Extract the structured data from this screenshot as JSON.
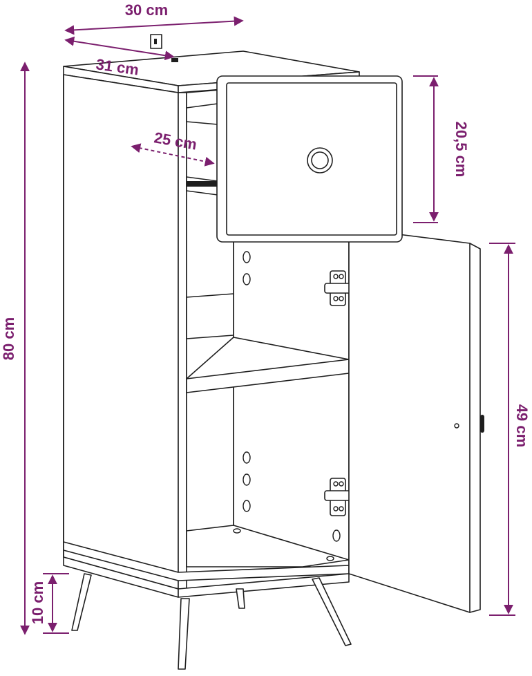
{
  "dimensions": {
    "width_top": "30 cm",
    "depth": "31 cm",
    "drawer_depth": "25 cm",
    "drawer_height": "20,5 cm",
    "total_height": "80 cm",
    "door_height": "49 cm",
    "leg_height": "10 cm"
  },
  "colors": {
    "dimension": "#7b1f6e",
    "outline": "#1e1e1e"
  }
}
